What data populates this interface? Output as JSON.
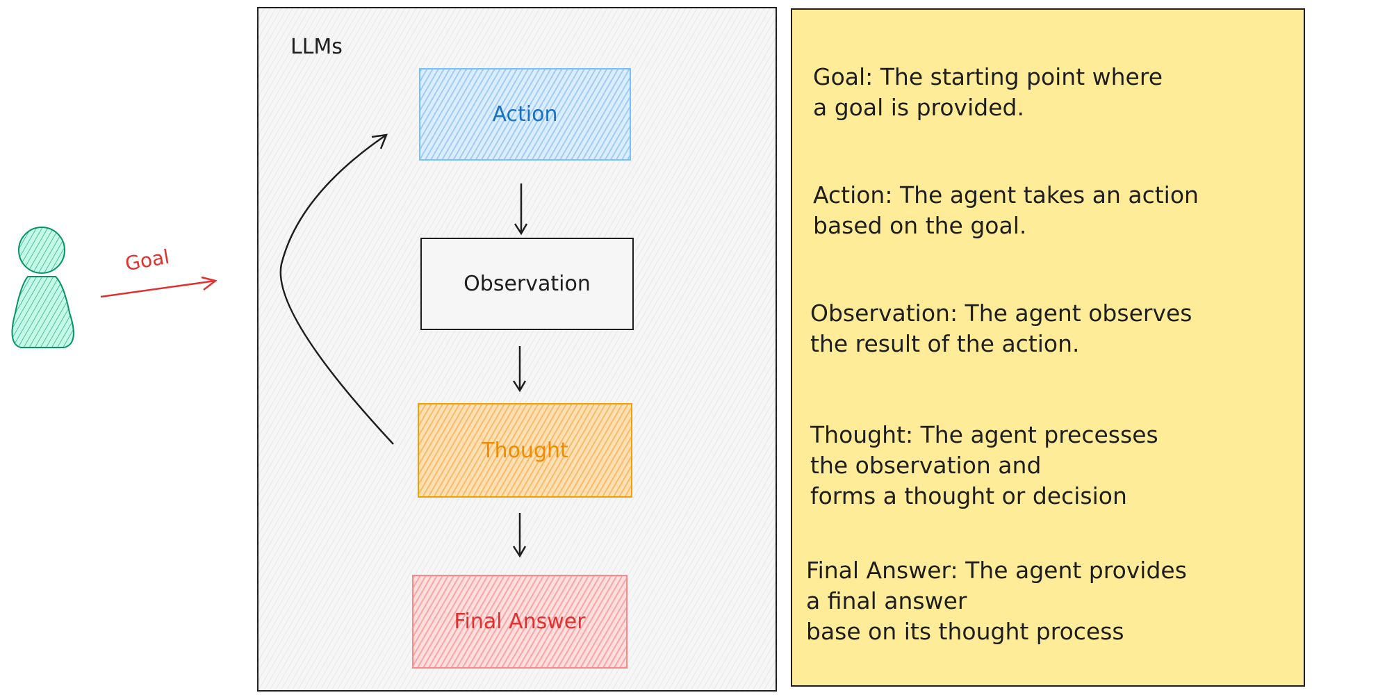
{
  "user": {
    "arrow_label": "Goal",
    "arrow_color": "#e03131",
    "figure_color": "#099268"
  },
  "llm_box": {
    "label": "LLMs"
  },
  "nodes": {
    "action": {
      "label": "Action",
      "color": "#1971c2"
    },
    "observation": {
      "label": "Observation",
      "color": "#1e1e1e"
    },
    "thought": {
      "label": "Thought",
      "color": "#f08c00"
    },
    "final_answer": {
      "label": "Final Answer",
      "color": "#e03131"
    }
  },
  "note": {
    "background": "#ffec99",
    "paragraphs": [
      "Goal: The starting point where\na goal is provided.",
      "Action: The agent takes an action\nbased on the goal.",
      "Observation: The agent observes\nthe result of the action.",
      "Thought: The agent precesses\nthe observation and\nforms a thought or decision",
      "Final Answer: The agent provides\na final answer\nbase on its thought process"
    ]
  }
}
